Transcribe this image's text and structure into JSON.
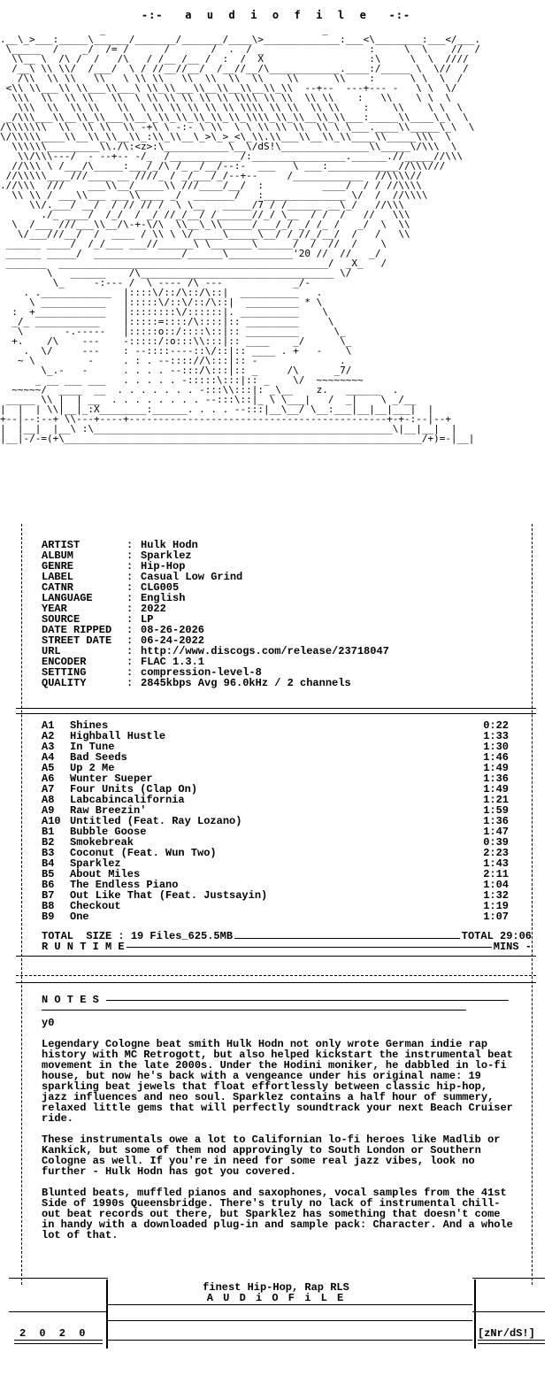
{
  "header": {
    "title": "-:-   a  u  d  i  o  f  i  l  e   -:-"
  },
  "art": {
    "tag_dsn": "dS!",
    "tag_year": "'20"
  },
  "info": [
    {
      "key": "ARTIST",
      "value": "Hulk Hodn"
    },
    {
      "key": "ALBUM",
      "value": "Sparklez"
    },
    {
      "key": "GENRE",
      "value": "Hip-Hop"
    },
    {
      "key": "LABEL",
      "value": "Casual Low Grind"
    },
    {
      "key": "CATNR",
      "value": "CLG005"
    },
    {
      "key": "LANGUAGE",
      "value": "English"
    },
    {
      "key": "YEAR",
      "value": "2022"
    },
    {
      "key": "SOURCE",
      "value": "LP"
    },
    {
      "key": "DATE RIPPED",
      "value": "08-26-2026"
    },
    {
      "key": "STREET DATE",
      "value": "06-24-2022"
    },
    {
      "key": "URL",
      "value": "http://www.discogs.com/release/23718047"
    },
    {
      "key": "ENCODER",
      "value": "FLAC 1.3.1"
    },
    {
      "key": "SETTING",
      "value": "compression-level-8"
    },
    {
      "key": "QUALITY",
      "value": "2845kbps Avg 96.0kHz / 2 channels"
    }
  ],
  "tracks": [
    {
      "pos": "A1",
      "title": "Shines",
      "dur": "0:22"
    },
    {
      "pos": "A2",
      "title": "Highball Hustle",
      "dur": "1:33"
    },
    {
      "pos": "A3",
      "title": "In Tune",
      "dur": "1:30"
    },
    {
      "pos": "A4",
      "title": "Bad Seeds",
      "dur": "1:46"
    },
    {
      "pos": "A5",
      "title": "Up 2 Me",
      "dur": "1:49"
    },
    {
      "pos": "A6",
      "title": "Wunter Sueper",
      "dur": "1:36"
    },
    {
      "pos": "A7",
      "title": "Four Units (Clap On)",
      "dur": "1:49"
    },
    {
      "pos": "A8",
      "title": "Labcabincalifornia",
      "dur": "1:21"
    },
    {
      "pos": "A9",
      "title": "Raw Breezin'",
      "dur": "1:59"
    },
    {
      "pos": "A10",
      "title": "Untitled (Feat. Ray Lozano)",
      "dur": "1:36"
    },
    {
      "pos": "B1",
      "title": "Bubble Goose",
      "dur": "1:47"
    },
    {
      "pos": "B2",
      "title": "Smokebreak",
      "dur": "0:39"
    },
    {
      "pos": "B3",
      "title": "Coconut (Feat. Wun Two)",
      "dur": "2:23"
    },
    {
      "pos": "B4",
      "title": "Sparklez",
      "dur": "1:43"
    },
    {
      "pos": "B5",
      "title": "About Miles",
      "dur": "2:11"
    },
    {
      "pos": "B6",
      "title": "The Endless Piano",
      "dur": "1:04"
    },
    {
      "pos": "B7",
      "title": "Out Like That (Feat. Justsayin)",
      "dur": "1:32"
    },
    {
      "pos": "B8",
      "title": "Checkout",
      "dur": "1:19"
    },
    {
      "pos": "B9",
      "title": "One",
      "dur": "1:07"
    }
  ],
  "totals": {
    "size_label": "TOTAL  SIZE : 19 Files_625.5MB",
    "total_label": "TOTAL 29:06",
    "runtime_label": "R U N T I M E",
    "mins_label": "MINS -"
  },
  "notes": {
    "heading": "N O T E S",
    "signature": "y0",
    "paragraphs": [
      "Legendary Cologne beat smith Hulk Hodn not only wrote German indie rap history with MC Retrogott, but also helped kickstart the instrumental beat movement in the late 2000s. Under the Hodini moniker, he dabbled in lo-fi house, but now he's back with a vengeance under his original name: 19 sparkling beat jewels that float effortlessly between classic hip-hop, jazz influences and neo soul. Sparklez contains a half hour of summery, relaxed little gems that will perfectly soundtrack your next Beach Cruiser ride.",
      "These instrumentals owe a lot to Californian lo-fi heroes like Madlib or Kankick, but some of them nod approvingly to South London or Southern Cologne as well. If you're in need for some real jazz vibes, look no further - Hulk Hodn has got you covered.",
      "Blunted beats, muffled pianos and saxophones, vocal samples from the 41st Side of 1990s Queensbridge. There's truly no lack of instrumental chill-out beat records out there, but Sparklez has something that doesn't come in handy with a downloaded plug-in and sample pack: Character. And a whole lot of that."
    ]
  },
  "footer": {
    "line1": "finest Hip-Hop, Rap RLS",
    "line2": "A U D i O F i L E",
    "year": "2 0 2 0",
    "tag": "[zNr/dS!]"
  }
}
